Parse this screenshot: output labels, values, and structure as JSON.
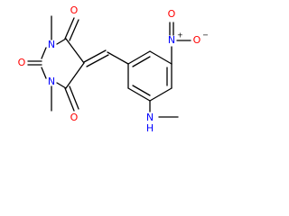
{
  "atoms": {
    "o_top": "O",
    "o_left": "O",
    "o_bottom": "O",
    "n1": "N",
    "n3": "N",
    "n_nitro": "N",
    "nitro_plus": "+",
    "o_nitro_top": "O",
    "o_nitro_right": "O",
    "nitro_minus": "−",
    "n_amine": "N",
    "h_amine": "H"
  },
  "colors": {
    "bond": "#000000",
    "oxygen": "#ff0000",
    "nitrogen": "#0000ff"
  }
}
